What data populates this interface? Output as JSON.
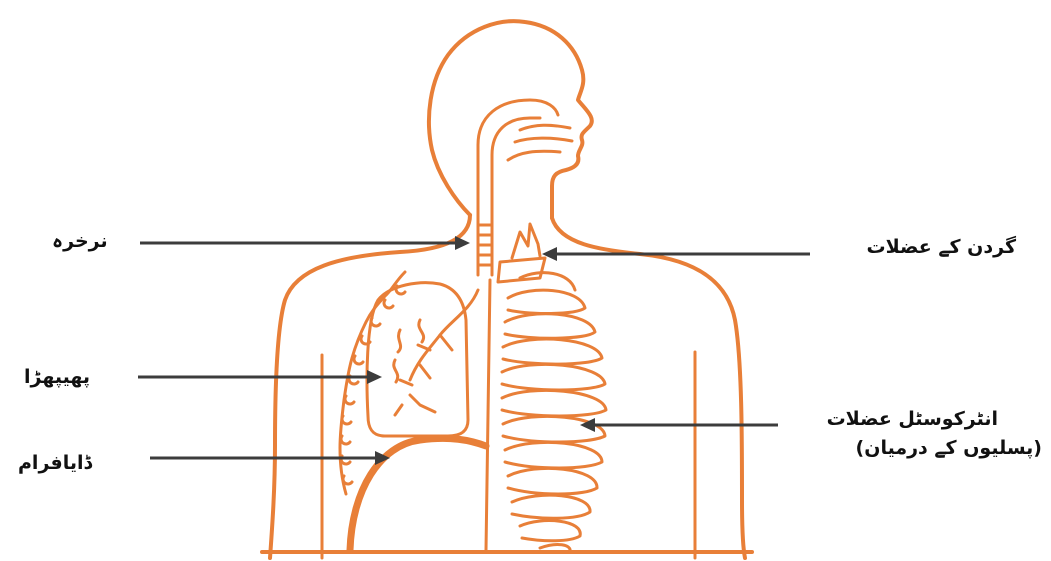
{
  "labels": {
    "trachea": "نرخرہ",
    "lung": "پھیپھڑا",
    "diaphragm": "ڈایافرام",
    "neck_muscles": "گردن کے عضلات",
    "intercostal_line1": "انٹرکوسٹل عضلات",
    "intercostal_line2": "(پسلیوں کے درمیان)"
  },
  "colors": {
    "body_outline": "#E87F38",
    "arrow": "#3c3c3c",
    "text": "#111111"
  }
}
